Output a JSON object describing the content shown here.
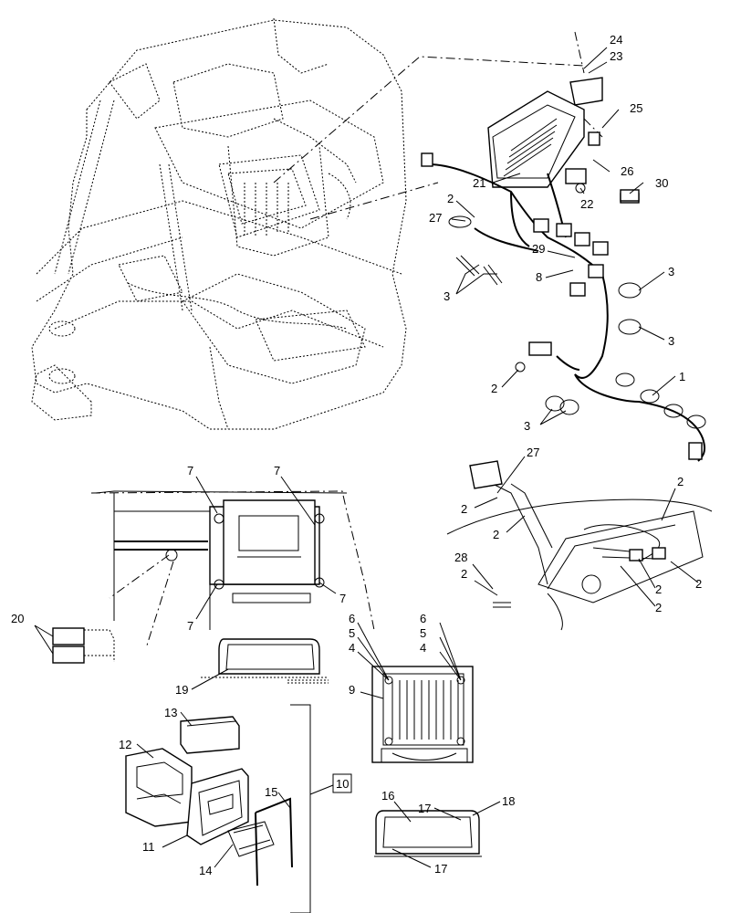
{
  "callouts": [
    {
      "id": "c24",
      "text": "24"
    },
    {
      "id": "c23",
      "text": "23"
    },
    {
      "id": "c25",
      "text": "25"
    },
    {
      "id": "c21",
      "text": "21"
    },
    {
      "id": "c26",
      "text": "26"
    },
    {
      "id": "c22",
      "text": "22"
    },
    {
      "id": "c30",
      "text": "30"
    },
    {
      "id": "c2a",
      "text": "2"
    },
    {
      "id": "c27a",
      "text": "27"
    },
    {
      "id": "c29",
      "text": "29"
    },
    {
      "id": "c8",
      "text": "8"
    },
    {
      "id": "c3a",
      "text": "3"
    },
    {
      "id": "c3b",
      "text": "3"
    },
    {
      "id": "c3c",
      "text": "3"
    },
    {
      "id": "c2b",
      "text": "2"
    },
    {
      "id": "c1",
      "text": "1"
    },
    {
      "id": "c3d",
      "text": "3"
    },
    {
      "id": "c27b",
      "text": "27"
    },
    {
      "id": "c2c",
      "text": "2"
    },
    {
      "id": "c2d",
      "text": "2"
    },
    {
      "id": "c2e",
      "text": "2"
    },
    {
      "id": "c2f",
      "text": "2"
    },
    {
      "id": "c28",
      "text": "28"
    },
    {
      "id": "c2g",
      "text": "2"
    },
    {
      "id": "c2h",
      "text": "2"
    },
    {
      "id": "c2i",
      "text": "2"
    },
    {
      "id": "c7a",
      "text": "7"
    },
    {
      "id": "c7b",
      "text": "7"
    },
    {
      "id": "c7c",
      "text": "7"
    },
    {
      "id": "c7d",
      "text": "7"
    },
    {
      "id": "c20",
      "text": "20"
    },
    {
      "id": "c6a",
      "text": "6"
    },
    {
      "id": "c5a",
      "text": "5"
    },
    {
      "id": "c4a",
      "text": "4"
    },
    {
      "id": "c6b",
      "text": "6"
    },
    {
      "id": "c5b",
      "text": "5"
    },
    {
      "id": "c4b",
      "text": "4"
    },
    {
      "id": "c9",
      "text": "9"
    },
    {
      "id": "c19",
      "text": "19"
    },
    {
      "id": "c13",
      "text": "13"
    },
    {
      "id": "c12",
      "text": "12"
    },
    {
      "id": "c10",
      "text": "10"
    },
    {
      "id": "c15",
      "text": "15"
    },
    {
      "id": "c11",
      "text": "11"
    },
    {
      "id": "c14",
      "text": "14"
    },
    {
      "id": "c16",
      "text": "16"
    },
    {
      "id": "c17a",
      "text": "17"
    },
    {
      "id": "c18",
      "text": "18"
    },
    {
      "id": "c17b",
      "text": "17"
    }
  ]
}
